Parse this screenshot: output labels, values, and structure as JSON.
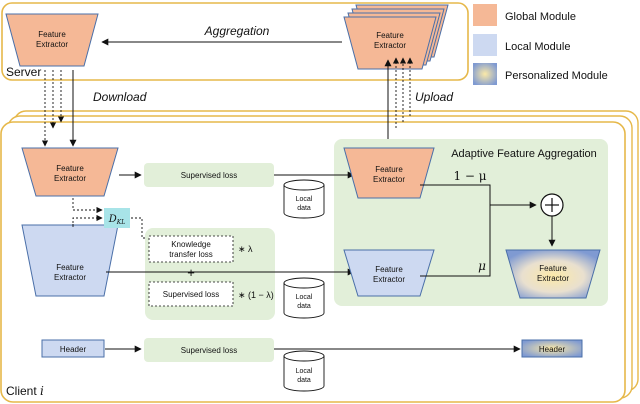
{
  "legend": {
    "global": "Global Module",
    "local": "Local Module",
    "personalized": "Personalized Module"
  },
  "server": {
    "label": "Server",
    "aggregation": "Aggregation",
    "fe_line1": "Feature",
    "fe_line2": "Extractor"
  },
  "arrows": {
    "download": "Download",
    "upload": "Upload"
  },
  "client": {
    "label": "Client",
    "index": "i",
    "fe_line1": "Feature",
    "fe_line2": "Extractor",
    "supervised_loss": "Supervised loss",
    "dkl": "D",
    "dkl_sub": "KL",
    "kt_line1": "Knowledge",
    "kt_line2": "transfer loss",
    "times_lambda": "∗ λ",
    "plus": "+",
    "times_one_minus_lambda": "∗ (1 − λ)",
    "local_data_line1": "Local",
    "local_data_line2": "data",
    "header": "Header",
    "afa_title": "Adaptive Feature Aggregation",
    "one_minus_mu": "1 − μ",
    "mu": "μ"
  },
  "colors": {
    "global": "#f5b896",
    "local": "#cdd9f1",
    "local_stroke": "#4a6fa8",
    "green": "#e2efd9",
    "cyan": "#a8e4e8",
    "frame": "#e6b84a"
  }
}
